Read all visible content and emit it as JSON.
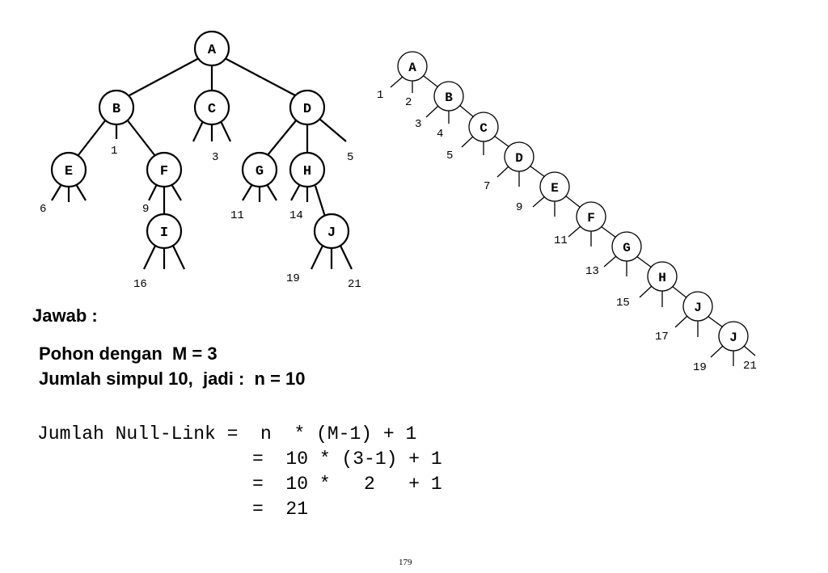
{
  "tree_left": {
    "nodes": [
      "A",
      "B",
      "C",
      "D",
      "E",
      "F",
      "G",
      "H",
      "I",
      "J"
    ],
    "null_links": [
      "1",
      "3",
      "5",
      "6",
      "9",
      "11",
      "14",
      "16",
      "19",
      "21"
    ]
  },
  "tree_right": {
    "nodes": [
      "A",
      "B",
      "C",
      "D",
      "E",
      "F",
      "G",
      "H",
      "J",
      "J"
    ],
    "null_links": [
      "1",
      "2",
      "3",
      "4",
      "5",
      "7",
      "9",
      "11",
      "13",
      "15",
      "17",
      "19",
      "21"
    ]
  },
  "answer": {
    "heading": "Jawab :",
    "line1": "Pohon dengan  M = 3",
    "line2": "Jumlah simpul 10,  jadi :  n = 10"
  },
  "formula": {
    "l1": "Jumlah Null-Link =  n  * (M-1) + 1",
    "l2": "=  10 * (3-1) + 1",
    "l3": "=  10 *   2   + 1",
    "l4": "=  21"
  },
  "page_number": "179"
}
